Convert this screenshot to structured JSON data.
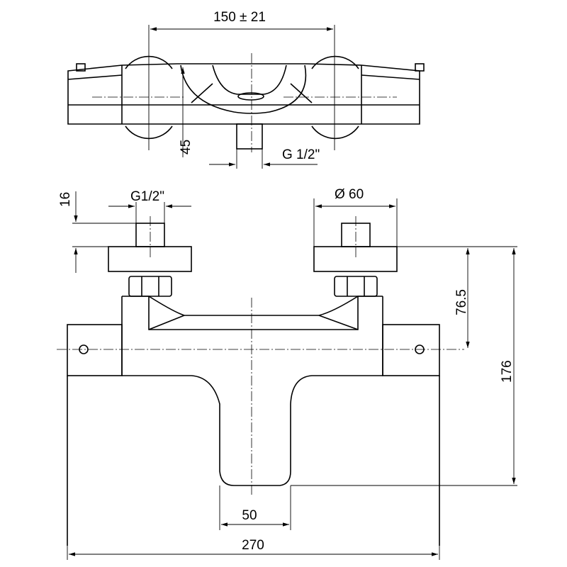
{
  "drawing": {
    "top_view": {
      "dim_spacing": "150 ± 21",
      "dim_depth": "45",
      "dim_outlet_thread": "G 1/2\""
    },
    "front_view": {
      "dim_inlet_thread": "G1/2\"",
      "dim_stem_height": "16",
      "dim_flange_diameter": "Ø 60",
      "dim_axis_height": "76.5",
      "dim_total_height": "176",
      "dim_outlet_width": "50",
      "dim_total_width": "270"
    },
    "colors": {
      "line": "#000000",
      "background": "#ffffff"
    }
  }
}
